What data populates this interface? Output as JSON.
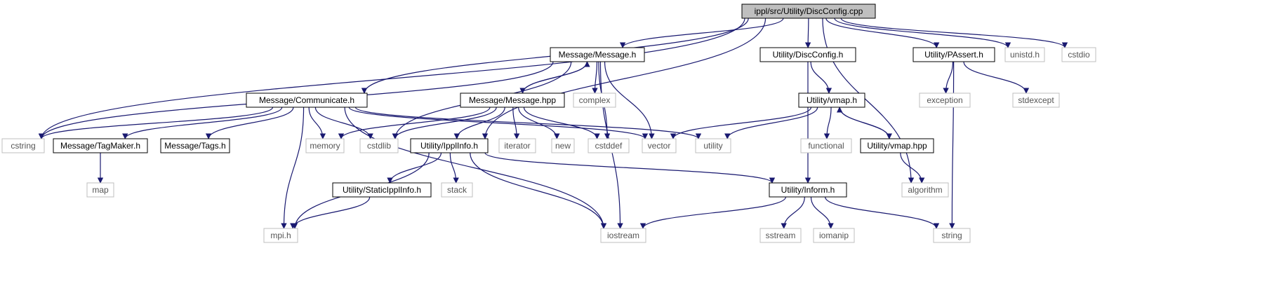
{
  "title": "ippl/src/Utility/DiscConfig.cpp",
  "colors": {
    "edge": "#191970",
    "root_fill": "#bfbfbf",
    "node_border": "#000000",
    "external_border": "#bfbfbf"
  },
  "nodes": [
    {
      "id": "root",
      "label": "ippl/src/Utility/DiscConfig.cpp",
      "kind": "root"
    },
    {
      "id": "message_h",
      "label": "Message/Message.h",
      "kind": "local"
    },
    {
      "id": "utility_discconfig_h",
      "label": "Utility/DiscConfig.h",
      "kind": "local"
    },
    {
      "id": "utility_passert_h",
      "label": "Utility/PAssert.h",
      "kind": "local"
    },
    {
      "id": "unistd_h",
      "label": "unistd.h",
      "kind": "external"
    },
    {
      "id": "cstdio",
      "label": "cstdio",
      "kind": "external"
    },
    {
      "id": "complex",
      "label": "complex",
      "kind": "external"
    },
    {
      "id": "exception",
      "label": "exception",
      "kind": "external"
    },
    {
      "id": "stdexcept",
      "label": "stdexcept",
      "kind": "external"
    },
    {
      "id": "message_hpp",
      "label": "Message/Message.hpp",
      "kind": "local"
    },
    {
      "id": "communicate_h",
      "label": "Message/Communicate.h",
      "kind": "local"
    },
    {
      "id": "utility_vmap_h",
      "label": "Utility/vmap.h",
      "kind": "local"
    },
    {
      "id": "cstring",
      "label": "cstring",
      "kind": "external"
    },
    {
      "id": "tagmaker_h",
      "label": "Message/TagMaker.h",
      "kind": "local"
    },
    {
      "id": "tags_h",
      "label": "Message/Tags.h",
      "kind": "local"
    },
    {
      "id": "memory",
      "label": "memory",
      "kind": "external"
    },
    {
      "id": "cstdlib",
      "label": "cstdlib",
      "kind": "external"
    },
    {
      "id": "ipplinfo_h",
      "label": "Utility/IpplInfo.h",
      "kind": "local"
    },
    {
      "id": "iterator",
      "label": "iterator",
      "kind": "external"
    },
    {
      "id": "new",
      "label": "new",
      "kind": "external"
    },
    {
      "id": "cstddef",
      "label": "cstddef",
      "kind": "external"
    },
    {
      "id": "vector",
      "label": "vector",
      "kind": "external"
    },
    {
      "id": "utility",
      "label": "utility",
      "kind": "external"
    },
    {
      "id": "functional",
      "label": "functional",
      "kind": "external"
    },
    {
      "id": "utility_vmap_hpp",
      "label": "Utility/vmap.hpp",
      "kind": "local"
    },
    {
      "id": "algorithm",
      "label": "algorithm",
      "kind": "external"
    },
    {
      "id": "map",
      "label": "map",
      "kind": "external"
    },
    {
      "id": "stack",
      "label": "stack",
      "kind": "external"
    },
    {
      "id": "staticipplinfo_h",
      "label": "Utility/StaticIpplInfo.h",
      "kind": "local"
    },
    {
      "id": "utility_inform_h",
      "label": "Utility/Inform.h",
      "kind": "local"
    },
    {
      "id": "mpi_h",
      "label": "mpi.h",
      "kind": "external"
    },
    {
      "id": "iostream",
      "label": "iostream",
      "kind": "external"
    },
    {
      "id": "sstream",
      "label": "sstream",
      "kind": "external"
    },
    {
      "id": "iomanip",
      "label": "iomanip",
      "kind": "external"
    },
    {
      "id": "string",
      "label": "string",
      "kind": "external"
    }
  ],
  "edges": [
    [
      "root",
      "message_h"
    ],
    [
      "root",
      "utility_discconfig_h"
    ],
    [
      "root",
      "utility_passert_h"
    ],
    [
      "root",
      "unistd_h"
    ],
    [
      "root",
      "cstdio"
    ],
    [
      "root",
      "communicate_h"
    ],
    [
      "root",
      "cstring"
    ],
    [
      "root",
      "ipplinfo_h"
    ],
    [
      "root",
      "algorithm"
    ],
    [
      "message_h",
      "message_hpp"
    ],
    [
      "message_h",
      "complex"
    ],
    [
      "message_h",
      "cstring"
    ],
    [
      "message_h",
      "cstdlib"
    ],
    [
      "message_h",
      "cstddef"
    ],
    [
      "message_h",
      "vector"
    ],
    [
      "message_h",
      "iostream"
    ],
    [
      "message_hpp",
      "message_h"
    ],
    [
      "message_hpp",
      "memory"
    ],
    [
      "message_hpp",
      "cstdlib"
    ],
    [
      "message_hpp",
      "ipplinfo_h"
    ],
    [
      "message_hpp",
      "iterator"
    ],
    [
      "message_hpp",
      "new"
    ],
    [
      "message_hpp",
      "cstddef"
    ],
    [
      "communicate_h",
      "cstring"
    ],
    [
      "communicate_h",
      "tagmaker_h"
    ],
    [
      "communicate_h",
      "tags_h"
    ],
    [
      "communicate_h",
      "memory"
    ],
    [
      "communicate_h",
      "cstdlib"
    ],
    [
      "communicate_h",
      "vector"
    ],
    [
      "communicate_h",
      "utility"
    ],
    [
      "communicate_h",
      "mpi_h"
    ],
    [
      "communicate_h",
      "iostream"
    ],
    [
      "tagmaker_h",
      "map"
    ],
    [
      "ipplinfo_h",
      "staticipplinfo_h"
    ],
    [
      "ipplinfo_h",
      "stack"
    ],
    [
      "ipplinfo_h",
      "utility_inform_h"
    ],
    [
      "ipplinfo_h",
      "mpi_h"
    ],
    [
      "ipplinfo_h",
      "iostream"
    ],
    [
      "staticipplinfo_h",
      "mpi_h"
    ],
    [
      "utility_discconfig_h",
      "utility_vmap_h"
    ],
    [
      "utility_discconfig_h",
      "utility_inform_h"
    ],
    [
      "utility_vmap_h",
      "vector"
    ],
    [
      "utility_vmap_h",
      "utility"
    ],
    [
      "utility_vmap_h",
      "functional"
    ],
    [
      "utility_vmap_h",
      "utility_vmap_hpp"
    ],
    [
      "utility_vmap_hpp",
      "utility_vmap_h"
    ],
    [
      "utility_vmap_hpp",
      "algorithm"
    ],
    [
      "utility_passert_h",
      "exception"
    ],
    [
      "utility_passert_h",
      "stdexcept"
    ],
    [
      "utility_passert_h",
      "string"
    ],
    [
      "utility_inform_h",
      "iostream"
    ],
    [
      "utility_inform_h",
      "sstream"
    ],
    [
      "utility_inform_h",
      "iomanip"
    ],
    [
      "utility_inform_h",
      "string"
    ]
  ]
}
